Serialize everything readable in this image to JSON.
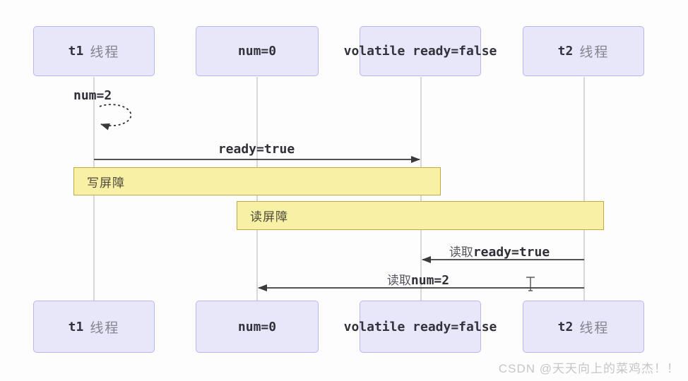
{
  "diagram": {
    "type": "sequence-diagram",
    "topic": "volatile memory barrier (write/read barrier between threads t1 and t2)",
    "actors": [
      {
        "mono": "t1",
        "cjk": "线程"
      },
      {
        "mono": "num=0",
        "cjk": ""
      },
      {
        "mono": "volatile ready=false",
        "cjk": ""
      },
      {
        "mono": "t2",
        "cjk": "线程"
      }
    ],
    "messages": {
      "self_loop": {
        "label": "num=2",
        "from": "t1",
        "to": "t1",
        "style": "dashed"
      },
      "write_ready": {
        "label": "ready=true",
        "from": "t1",
        "to": "volatile ready=false"
      },
      "read_ready": {
        "prefix": "读取",
        "code": "ready=true",
        "from": "t2",
        "to": "volatile ready=false"
      },
      "read_num": {
        "prefix": "读取",
        "code": "num=2",
        "from": "t2",
        "to": "num=0"
      }
    },
    "barriers": {
      "write": {
        "label": "写屏障"
      },
      "read": {
        "label": "读屏障"
      }
    }
  },
  "colors": {
    "actor_fill": "#e8e7f9",
    "actor_border": "#b9b6ea",
    "barrier_fill": "#f8f0a4",
    "barrier_border": "#c2aa3e",
    "arrow": "#3a3a3c",
    "lifeline": "#c9c9c9",
    "watermark_text": "#c6c6c6"
  },
  "watermark": "CSDN @天天向上的菜鸡杰！！"
}
